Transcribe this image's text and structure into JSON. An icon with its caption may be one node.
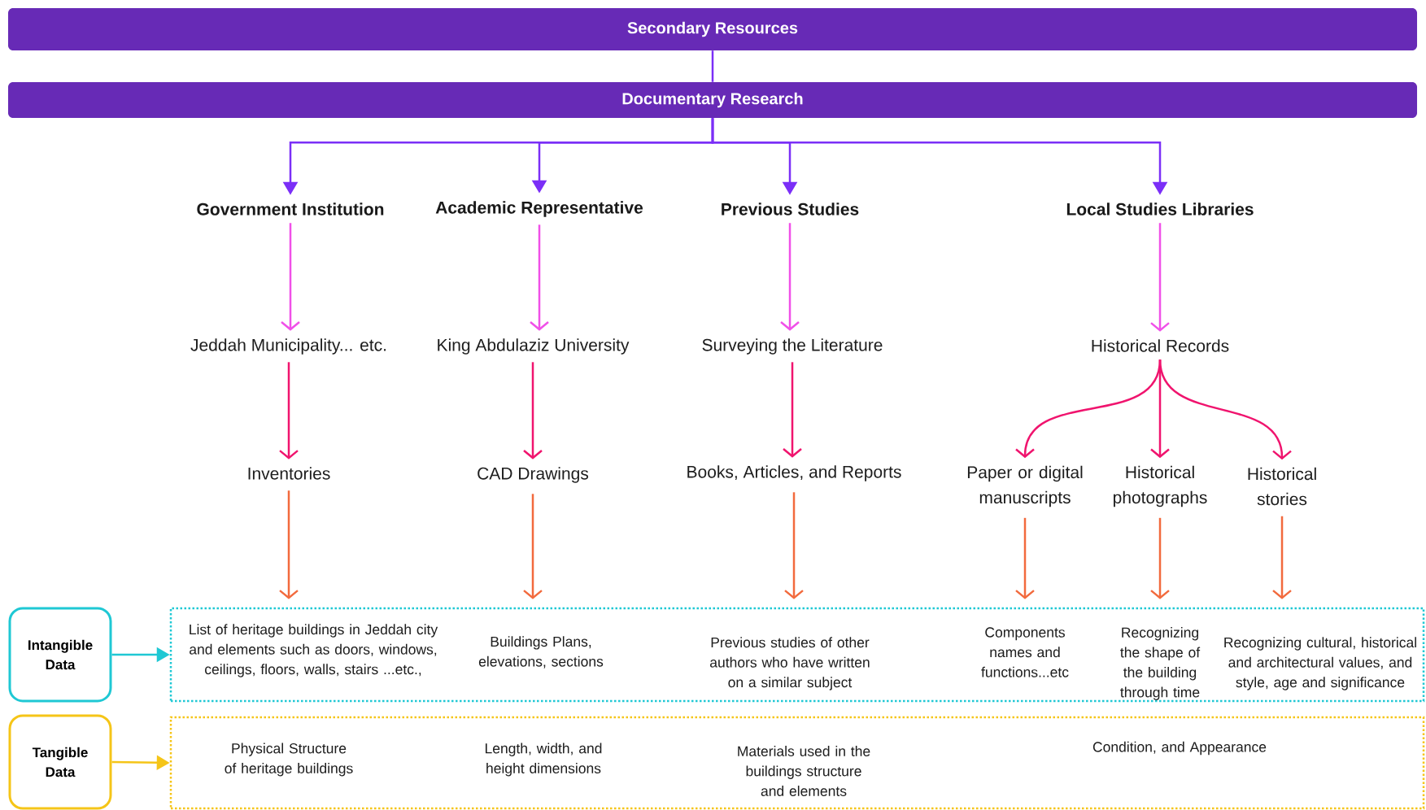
{
  "diagram": {
    "nodes": [
      {
        "text": [
          "Secondary Resources"
        ]
      },
      {
        "text": [
          "Documentary Research"
        ]
      },
      {
        "text": [
          "Government  Institution"
        ]
      },
      {
        "text": [
          "Academic Representative"
        ]
      },
      {
        "text": [
          "Previous Studies"
        ]
      },
      {
        "text": [
          "Local Studies Libraries"
        ]
      },
      {
        "text": [
          "Jeddah Municipality... etc."
        ]
      },
      {
        "text": [
          "King Abdulaziz University"
        ]
      },
      {
        "text": [
          "Surveying the Literature"
        ]
      },
      {
        "text": [
          "Historical Records"
        ]
      },
      {
        "text": [
          "Inventories"
        ]
      },
      {
        "text": [
          "CAD Drawings"
        ]
      },
      {
        "text": [
          "Books, Articles, and Reports"
        ]
      },
      {
        "text": [
          "Paper or digital manuscripts"
        ]
      },
      {
        "text": [
          "Historical photographs"
        ]
      },
      {
        "text": [
          "Historical stories"
        ]
      },
      {
        "text": [
          "Intangible Data"
        ]
      },
      {
        "text": [
          "Tangible Data"
        ]
      },
      {
        "text": [],
        "shape": "box"
      },
      {
        "text": [],
        "shape": "box"
      },
      {
        "text": [
          "List of heritage buildings in Jeddah city and elements such as doors, windows, ceilings, floors, walls, stairs ...etc.,"
        ],
        "in": 18
      },
      {
        "text": [
          "Buildings Plans, elevations, sections"
        ],
        "in": 18
      },
      {
        "text": [
          "Previous studies of other authors who have written on a similar subject"
        ],
        "in": 18
      },
      {
        "text": [
          "Components names and functions...etc"
        ],
        "in": 18
      },
      {
        "text": [
          "Recognizing the shape of the building through time"
        ],
        "in": 18
      },
      {
        "text": [
          "Recognizing cultural, historical and architectural values, and style, age and significance"
        ],
        "in": 18
      },
      {
        "text": [
          "Physical Structure of heritage buildings"
        ],
        "in": 19
      },
      {
        "text": [
          "Length, width, and height dimensions"
        ],
        "in": 19
      },
      {
        "text": [
          "Materials used in the buildings structure and elements"
        ],
        "in": 19
      },
      {
        "text": [
          "Condition, and Appearance"
        ],
        "in": 19
      }
    ],
    "edges": [
      {
        "from": 0,
        "to": 1,
        "arrow": "none",
        "color": "#7b2ff7"
      },
      {
        "from": 1,
        "to": 2,
        "arrow": "to",
        "color": "#7b2ff7"
      },
      {
        "from": 1,
        "to": 3,
        "arrow": "to",
        "color": "#7b2ff7"
      },
      {
        "from": 1,
        "to": 4,
        "arrow": "to",
        "color": "#7b2ff7"
      },
      {
        "from": 1,
        "to": 5,
        "arrow": "to",
        "color": "#7b2ff7"
      },
      {
        "from": 2,
        "to": 6,
        "arrow": "to",
        "color": "#f050e8"
      },
      {
        "from": 3,
        "to": 7,
        "arrow": "to",
        "color": "#f050e8"
      },
      {
        "from": 4,
        "to": 8,
        "arrow": "to",
        "color": "#f050e8"
      },
      {
        "from": 5,
        "to": 9,
        "arrow": "to",
        "color": "#f050e8"
      },
      {
        "from": 6,
        "to": 10,
        "arrow": "to",
        "color": "#f0146e"
      },
      {
        "from": 7,
        "to": 11,
        "arrow": "to",
        "color": "#f0146e"
      },
      {
        "from": 8,
        "to": 12,
        "arrow": "to",
        "color": "#f0146e"
      },
      {
        "from": 9,
        "to": 13,
        "arrow": "to",
        "color": "#f0146e"
      },
      {
        "from": 9,
        "to": 14,
        "arrow": "to",
        "color": "#f0146e"
      },
      {
        "from": 9,
        "to": 15,
        "arrow": "to",
        "color": "#f0146e"
      },
      {
        "from": 10,
        "to": 20,
        "arrow": "to",
        "color": "#f26a3d"
      },
      {
        "from": 11,
        "to": 21,
        "arrow": "to",
        "color": "#f26a3d"
      },
      {
        "from": 12,
        "to": 22,
        "arrow": "to",
        "color": "#f26a3d"
      },
      {
        "from": 13,
        "to": 23,
        "arrow": "to",
        "color": "#f26a3d"
      },
      {
        "from": 14,
        "to": 24,
        "arrow": "to",
        "color": "#f26a3d"
      },
      {
        "from": 15,
        "to": 25,
        "arrow": "to",
        "color": "#f26a3d"
      },
      {
        "from": 16,
        "to": 18,
        "arrow": "to",
        "color": "#1fc8d4"
      },
      {
        "from": 17,
        "to": 19,
        "arrow": "to",
        "color": "#f5c518"
      }
    ]
  }
}
